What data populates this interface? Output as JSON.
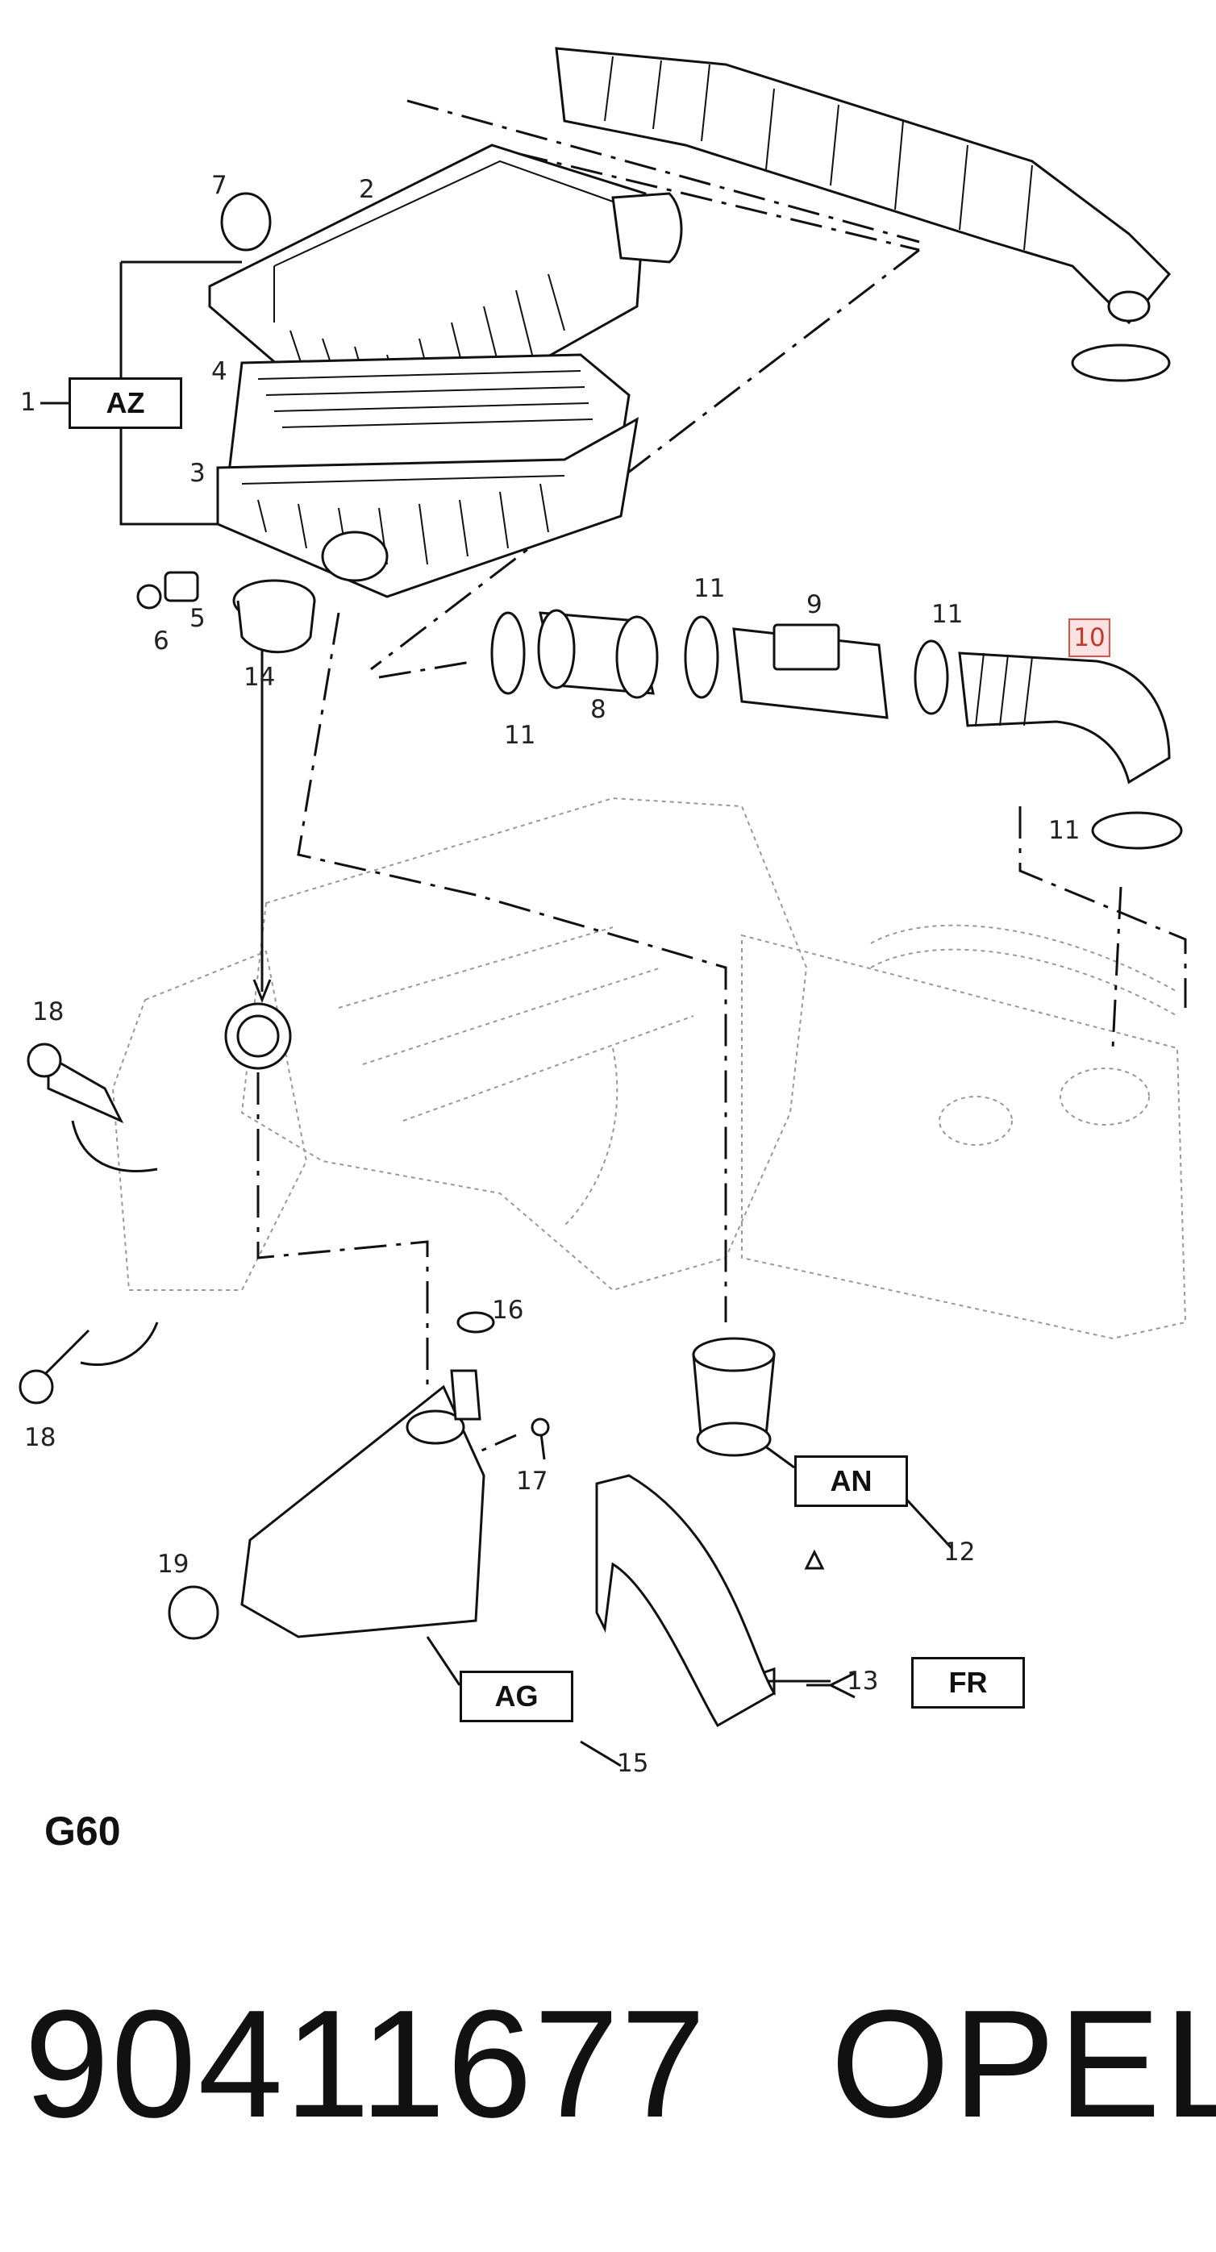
{
  "callouts": {
    "c1": "1",
    "c2": "2",
    "c3": "3",
    "c4": "4",
    "c5": "5",
    "c6": "6",
    "c7": "7",
    "c8": "8",
    "c9": "9",
    "c10": "10",
    "c11a": "11",
    "c11b": "11",
    "c11c": "11",
    "c11d": "11",
    "c12": "12",
    "c13": "13",
    "c14": "14",
    "c15": "15",
    "c16": "16",
    "c17": "17",
    "c18a": "18",
    "c18b": "18",
    "c19": "19"
  },
  "box_labels": {
    "az": "AZ",
    "an": "AN",
    "fr": "FR",
    "ag": "AG"
  },
  "group_code": "G60",
  "part_number": "90411677",
  "brand": "OPEL",
  "colors": {
    "highlight_border": "#d9534f",
    "highlight_fill": "#fbe3e3",
    "line": "#111111"
  }
}
